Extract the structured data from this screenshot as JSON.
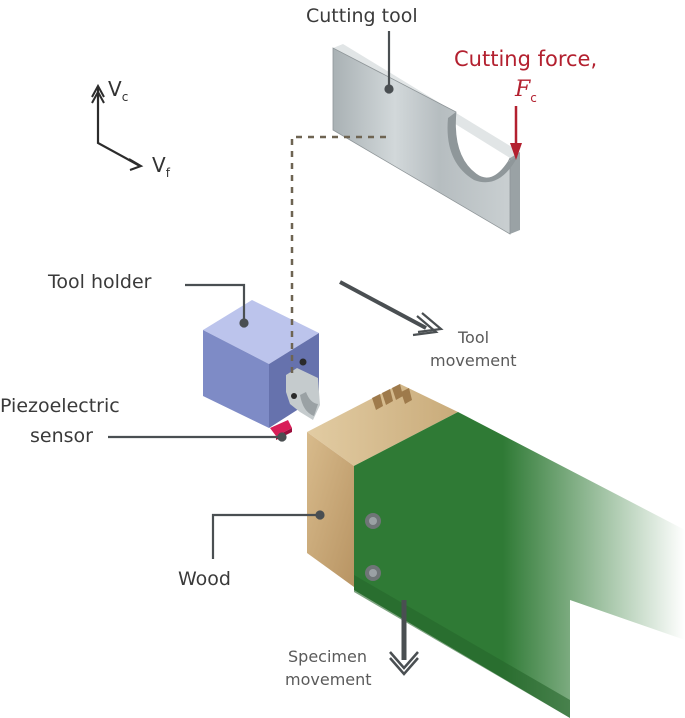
{
  "labels": {
    "cutting_tool": "Cutting tool",
    "cutting_force_line1": "Cutting force,",
    "cutting_force_symbol": "F",
    "cutting_force_sub": "c",
    "tool_holder": "Tool holder",
    "tool_movement_line1": "Tool",
    "tool_movement_line2": "movement",
    "piezo_line1": "Piezoelectric",
    "piezo_line2": "sensor",
    "wood": "Wood",
    "specimen_line1": "Specimen",
    "specimen_line2": "movement",
    "axis_vc": "V",
    "axis_vc_sub": "c",
    "axis_vf": "V",
    "axis_vf_sub": "f"
  },
  "colors": {
    "force": "#b3202f",
    "label_text": "#3a3a3a",
    "leader": "#4a4f52",
    "holder": "#7f8cc8",
    "green_block": "#2f7a35",
    "wood": "#c9a776"
  }
}
